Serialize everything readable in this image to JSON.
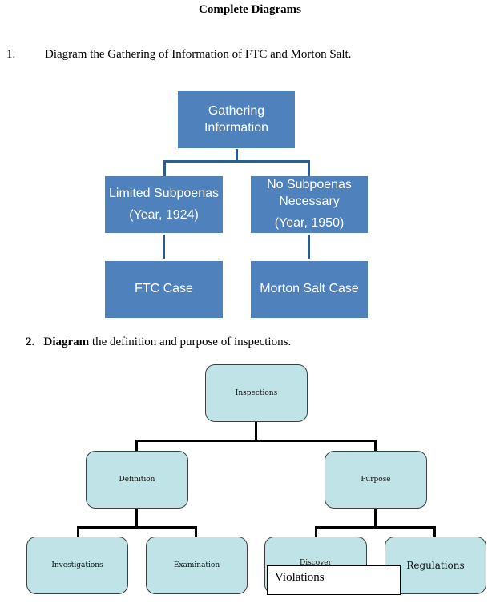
{
  "document": {
    "title": "Complete Diagrams",
    "question1": {
      "number": "1.",
      "text": "Diagram the Gathering of Information of FTC and Morton Salt."
    },
    "question2": {
      "number": "2.",
      "bold": "Diagram",
      "text": " the definition and purpose of inspections."
    }
  },
  "diagram1": {
    "root": {
      "line1": "Gathering",
      "line2": "Information"
    },
    "left": {
      "line1": "Limited Subpoenas",
      "line2": "(Year, 1924)"
    },
    "right": {
      "line1": "No Subpoenas",
      "line2": "Necessary",
      "line3": "(Year, 1950)"
    },
    "left_child": "FTC Case",
    "right_child": "Morton Salt Case",
    "colors": {
      "box": "#4f81bd",
      "connector": "#2e5b94",
      "text": "#ffffff"
    }
  },
  "diagram2": {
    "root": "Inspections",
    "definition": "Definition",
    "purpose": "Purpose",
    "investigations": "Investigations",
    "examination": "Examination",
    "discover": "Discover",
    "violations": "Violations",
    "regulations": "Regulations",
    "colors": {
      "box": "#bfe3e6",
      "border": "#404040",
      "connector": "#000000"
    }
  }
}
